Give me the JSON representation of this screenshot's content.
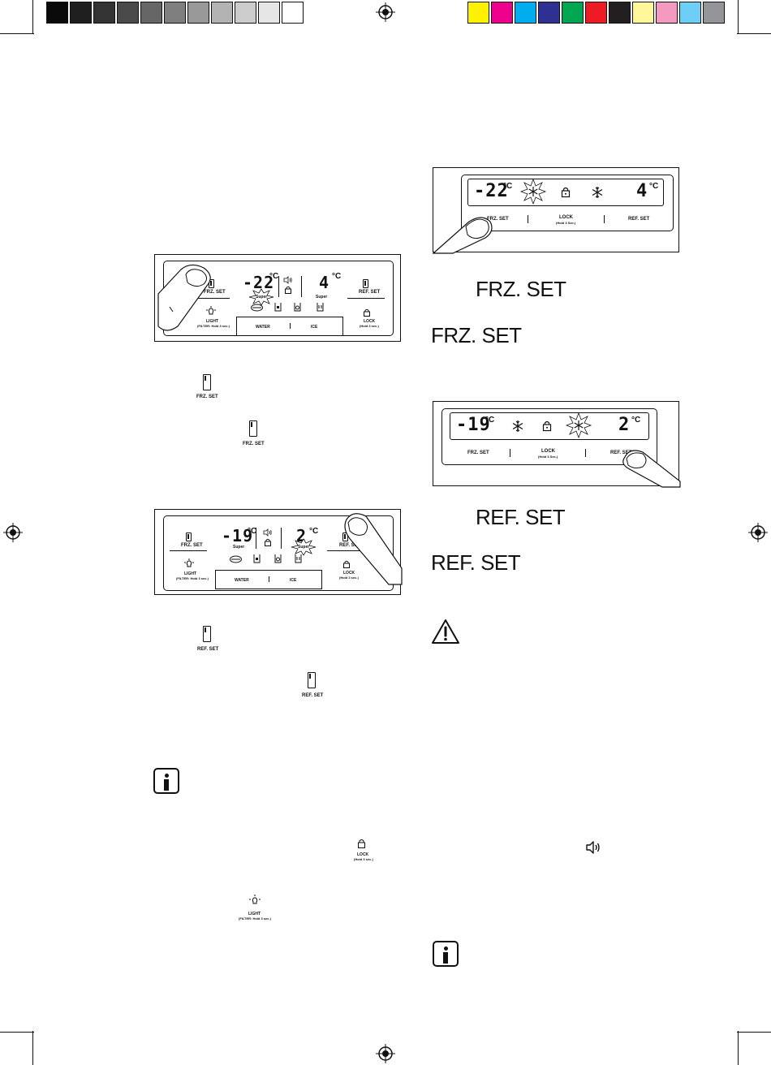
{
  "colorbar": {
    "grays": [
      "#0a0a0a",
      "#1f1f1f",
      "#333333",
      "#4a4a4a",
      "#666666",
      "#7f7f7f",
      "#999999",
      "#b3b3b3",
      "#cccccc",
      "#e6e6e6",
      "#ffffff"
    ],
    "colors": [
      "#fff200",
      "#ec008c",
      "#00aeef",
      "#2e3192",
      "#00a651",
      "#ed1c24",
      "#231f20",
      "#fff799",
      "#f49ac1",
      "#6dcff6",
      "#939598"
    ]
  },
  "panel_top_left": {
    "freezer_temp": "-22",
    "fridge_temp": "4",
    "unit": "°C",
    "frz_label": "FRZ. SET",
    "ref_label": "REF. SET",
    "super_left": "Super",
    "super_right": "Super",
    "light_label": "LIGHT",
    "light_sub": "(FILTER: Hold 3 sec.)",
    "lock_label": "LOCK",
    "lock_sub": "(Hold 3 sec.)",
    "water_label": "WATER",
    "ice_label": "ICE"
  },
  "panel_mid_left": {
    "freezer_temp": "-19",
    "fridge_temp": "2",
    "unit": "°C",
    "frz_label": "FRZ. SET",
    "ref_label": "REF. SET",
    "super_left": "Super",
    "super_right": "Super",
    "light_label": "LIGHT",
    "light_sub": "(FILTER: Hold 3 sec.)",
    "lock_label": "LOCK",
    "lock_sub": "(Hold 3 sec.)",
    "water_label": "WATER",
    "ice_label": "ICE"
  },
  "panel_top_right": {
    "freezer_temp": "-22",
    "fridge_temp": "4",
    "unit": "°C",
    "frz_label": "FRZ. SET",
    "lock_label": "LOCK",
    "lock_sub": "(Hold 3 Sec.)",
    "ref_label": "REF. SET"
  },
  "panel_mid_right": {
    "freezer_temp": "-19",
    "fridge_temp": "2",
    "unit": "°C",
    "frz_label": "FRZ. SET",
    "lock_label": "LOCK",
    "lock_sub": "(Hold 3 Sec.)",
    "ref_label": "REF. SET"
  },
  "inline": {
    "frz_set_1": "FRZ. SET",
    "frz_set_2": "FRZ. SET",
    "ref_set_1": "REF. SET",
    "ref_set_2": "REF. SET",
    "lock_label": "LOCK",
    "lock_sub": "(Hold 3 sec.)",
    "light_label": "LIGHT",
    "light_sub": "(FILTER: Hold 3 sec.)"
  },
  "headings": {
    "frz_set_a": "FRZ. SET",
    "frz_set_b": "FRZ. SET",
    "ref_set_a": "REF. SET",
    "ref_set_b": "REF. SET"
  },
  "icons": [
    "registration-mark-icon",
    "warning-icon",
    "info-icon",
    "speaker-icon",
    "lock-icon",
    "light-icon",
    "snowflake-icon"
  ]
}
